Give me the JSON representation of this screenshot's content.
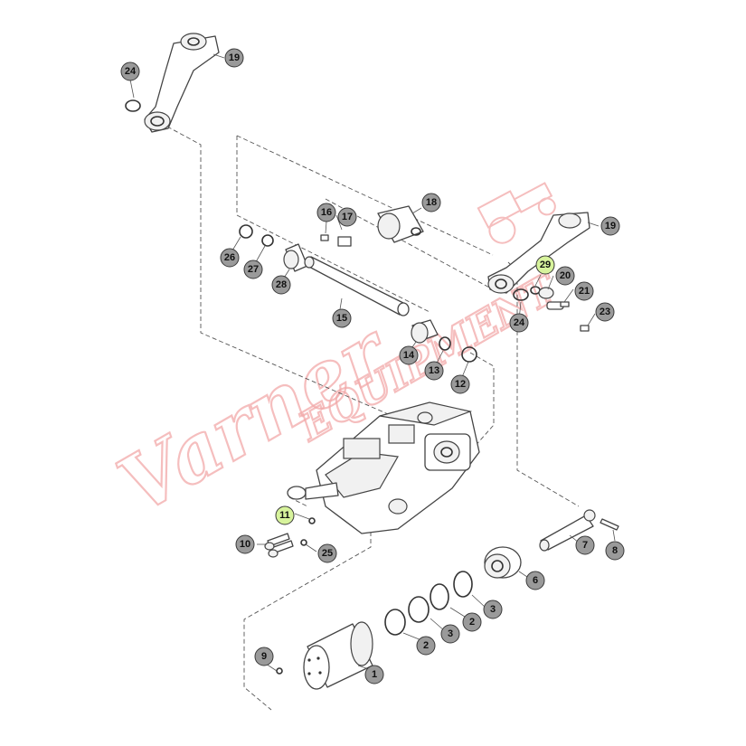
{
  "watermark": {
    "brand": "Varner",
    "word": "EQUIPMENT",
    "color": "#f2a9a9"
  },
  "colors": {
    "callout_default": "#9a9a9a",
    "callout_highlight": "#d7f39c",
    "line": "#444444"
  },
  "callouts": [
    {
      "id": "c24a",
      "label": "24",
      "highlight": false
    },
    {
      "id": "c19a",
      "label": "19",
      "highlight": false
    },
    {
      "id": "c16",
      "label": "16",
      "highlight": false
    },
    {
      "id": "c17",
      "label": "17",
      "highlight": false
    },
    {
      "id": "c18",
      "label": "18",
      "highlight": false
    },
    {
      "id": "c19b",
      "label": "19",
      "highlight": false
    },
    {
      "id": "c26",
      "label": "26",
      "highlight": false
    },
    {
      "id": "c27",
      "label": "27",
      "highlight": false
    },
    {
      "id": "c28",
      "label": "28",
      "highlight": false
    },
    {
      "id": "c29",
      "label": "29",
      "highlight": true
    },
    {
      "id": "c20",
      "label": "20",
      "highlight": false
    },
    {
      "id": "c21",
      "label": "21",
      "highlight": false
    },
    {
      "id": "c15",
      "label": "15",
      "highlight": false
    },
    {
      "id": "c24b",
      "label": "24",
      "highlight": false
    },
    {
      "id": "c23",
      "label": "23",
      "highlight": false
    },
    {
      "id": "c14",
      "label": "14",
      "highlight": false
    },
    {
      "id": "c13",
      "label": "13",
      "highlight": false
    },
    {
      "id": "c12",
      "label": "12",
      "highlight": false
    },
    {
      "id": "c11",
      "label": "11",
      "highlight": true
    },
    {
      "id": "c10",
      "label": "10",
      "highlight": false
    },
    {
      "id": "c25",
      "label": "25",
      "highlight": false
    },
    {
      "id": "c7",
      "label": "7",
      "highlight": false
    },
    {
      "id": "c8",
      "label": "8",
      "highlight": false
    },
    {
      "id": "c6",
      "label": "6",
      "highlight": false
    },
    {
      "id": "c3a",
      "label": "3",
      "highlight": false
    },
    {
      "id": "c2a",
      "label": "2",
      "highlight": false
    },
    {
      "id": "c3b",
      "label": "3",
      "highlight": false
    },
    {
      "id": "c2b",
      "label": "2",
      "highlight": false
    },
    {
      "id": "c9",
      "label": "9",
      "highlight": false
    },
    {
      "id": "c1",
      "label": "1",
      "highlight": false
    }
  ]
}
